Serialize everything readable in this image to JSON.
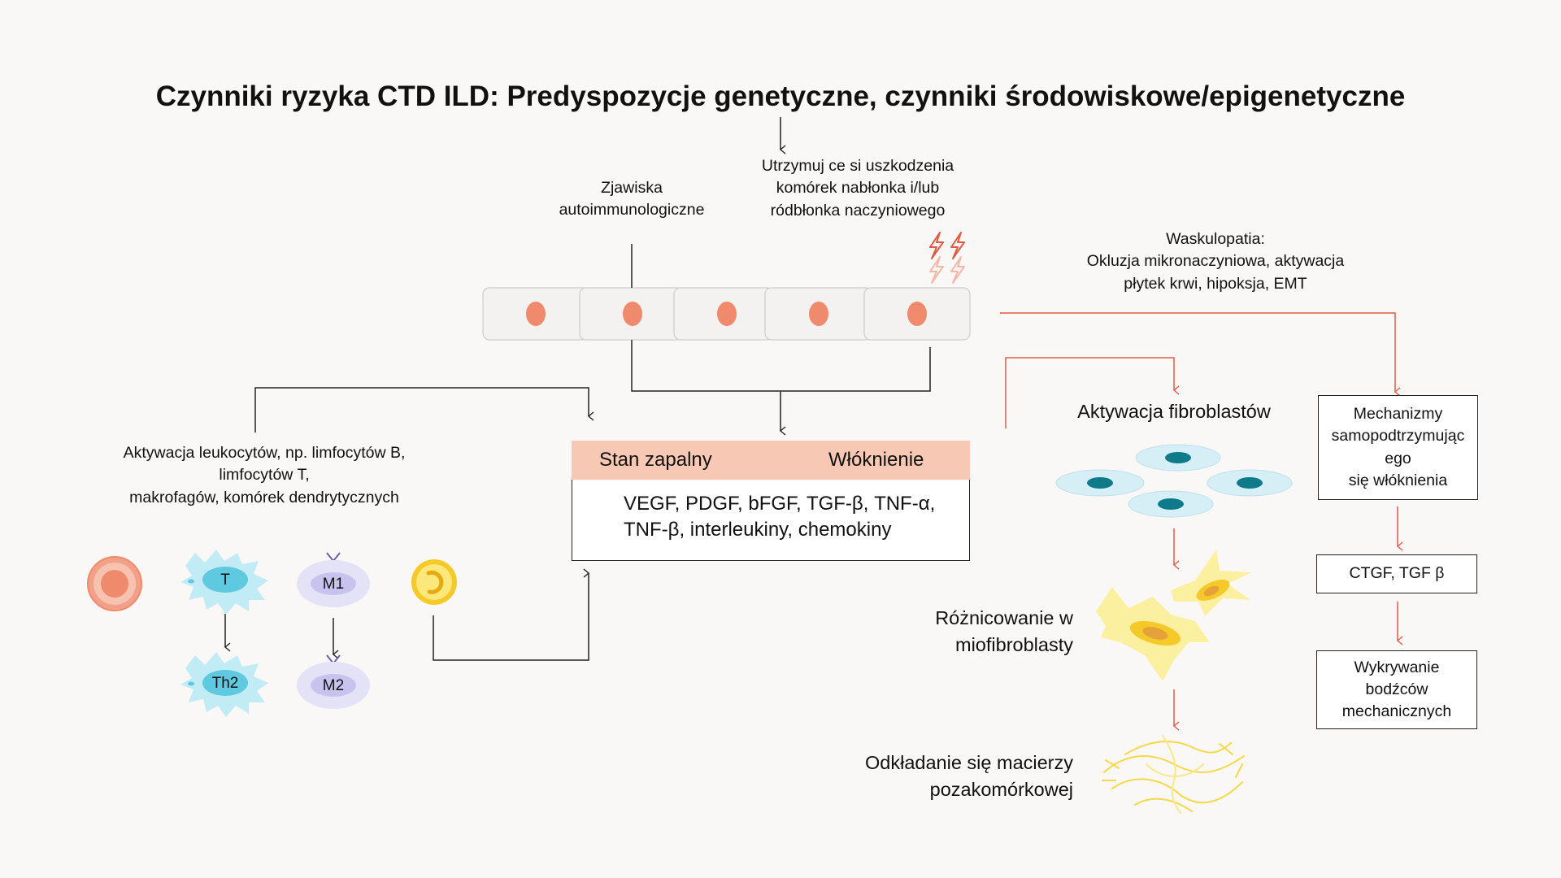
{
  "title": "Czynniki ryzyka CTD ILD: Predyspozycje genetyczne, czynniki środowiskowe/epigenetyczne",
  "autoimmune": [
    "Zjawiska",
    "autoimmunologiczne"
  ],
  "injury": [
    "Utrzymuj ce si uszkodzenia",
    "komórek nabłonka i/lub",
    "ródbłonka naczyniowego"
  ],
  "vasculopathy": [
    "Waskulopatia:",
    "Okluzja mikronaczyniowa, aktywacja",
    "płytek krwi, hipoksja, EMT"
  ],
  "leukocytes": [
    "Aktywacja leukocytów, np. limfocytów B,",
    "limfocytów T,",
    "makrofagów, komórek dendrytycznych"
  ],
  "cells": {
    "t": "T",
    "th2": "Th2",
    "m1": "M1",
    "m2": "M2"
  },
  "inflammation": {
    "left": "Stan zapalny",
    "right": "Włóknienie",
    "mediators": [
      "VEGF, PDGF, bFGF, TGF-β, TNF-α,",
      "TNF-β, interleukiny, chemokiny"
    ]
  },
  "fibroblast_activation": "Aktywacja fibroblastów",
  "myofibroblast_diff": [
    "Różnicowanie w",
    "miofibroblasty"
  ],
  "ecm_deposition": [
    "Odkładanie się macierzy",
    "pozakomórkowej"
  ],
  "mechanisms": [
    "Mechanizmy",
    "samopodtrzymując",
    "ego",
    "się włóknienia"
  ],
  "ctgf": "CTGF, TGF β",
  "mechano": [
    "Wykrywanie",
    "bodźców",
    "mechanicznych"
  ],
  "colors": {
    "background": "#f9f8f6",
    "accent_red": "#e05a45",
    "nucleus": "#f08a6c",
    "header_fill": "#f7c9b5",
    "t_cell": "#c2ecf5",
    "macrophage": "#e4e2f6",
    "fibroblast": "#d6eef6",
    "myofibroblast": "#fbf0a0"
  }
}
